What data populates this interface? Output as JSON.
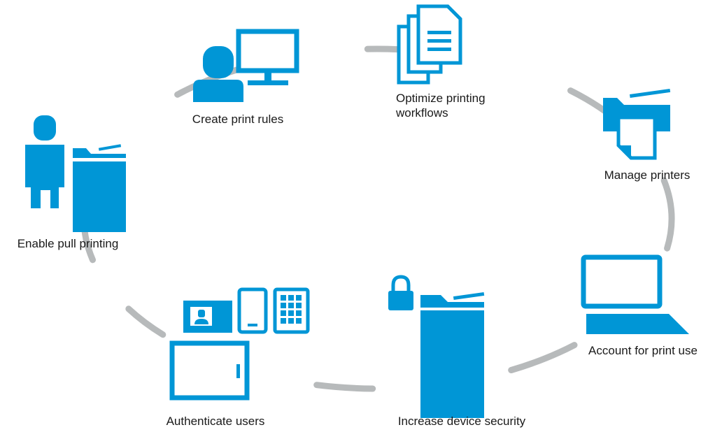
{
  "colors": {
    "accent": "#0096D6",
    "ring": "#B7BABB",
    "background": "#FFFFFF",
    "text": "#1A1A1A"
  },
  "steps": [
    {
      "id": "create-print-rules",
      "label": "Create print rules",
      "icons": [
        "user-icon",
        "monitor-icon"
      ]
    },
    {
      "id": "optimize-printing-workflows",
      "label_lines": [
        "Optimize printing",
        "workflows"
      ],
      "icons": [
        "documents-icon"
      ]
    },
    {
      "id": "manage-printers",
      "label": "Manage printers",
      "icons": [
        "printer-icon"
      ]
    },
    {
      "id": "account-for-print-use",
      "label": "Account for print use",
      "icons": [
        "laptop-icon"
      ]
    },
    {
      "id": "increase-device-security",
      "label": "Increase device security",
      "icons": [
        "padlock-icon",
        "mfp-printer-icon"
      ]
    },
    {
      "id": "authenticate-users",
      "label": "Authenticate users",
      "icons": [
        "id-card-icon",
        "phone-icon",
        "keypad-icon",
        "card-reader-icon"
      ]
    },
    {
      "id": "enable-pull-printing",
      "label": "Enable pull printing",
      "icons": [
        "person-icon",
        "mfp-printer-icon"
      ]
    }
  ]
}
